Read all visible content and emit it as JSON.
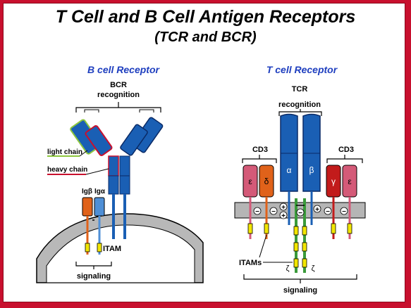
{
  "title": "T Cell and B Cell Antigen Receptors",
  "subtitle": "(TCR and BCR)",
  "bcr": {
    "heading": "B cell Receptor",
    "recognition": [
      "BCR",
      "recognition"
    ],
    "light_chain": "light chain",
    "heavy_chain": "heavy chain",
    "ig_beta": "Igβ",
    "ig_alpha": "Igα",
    "itam": "ITAM",
    "signaling": "signaling"
  },
  "tcr": {
    "heading": "T cell Receptor",
    "recognition": [
      "TCR",
      "recognition"
    ],
    "cd3_left": "CD3",
    "cd3_right": "CD3",
    "epsilon_left": "ε",
    "delta": "δ",
    "alpha": "α",
    "beta": "β",
    "gamma": "γ",
    "epsilon_right": "ε",
    "itams": "ITAMs",
    "zeta_left": "ζ",
    "zeta_right": "ζ",
    "signaling": "signaling",
    "minus": "−",
    "plus": "+"
  },
  "colors": {
    "border": "#c8102e",
    "heading_blue": "#1f3fbf",
    "receptor_blue": "#1a5fb4",
    "light_chain_outline": "#8dc63f",
    "heavy_chain_outline": "#c8102e",
    "ig_beta": "#e0621a",
    "ig_alpha": "#4f8fd6",
    "cd3_pink": "#d45a78",
    "cd3_orange": "#e0621a",
    "cd3_red": "#c21b1b",
    "membrane": "#b5b5b5",
    "itam_yellow": "#f2e600",
    "zeta_green": "#3a9a3a"
  }
}
